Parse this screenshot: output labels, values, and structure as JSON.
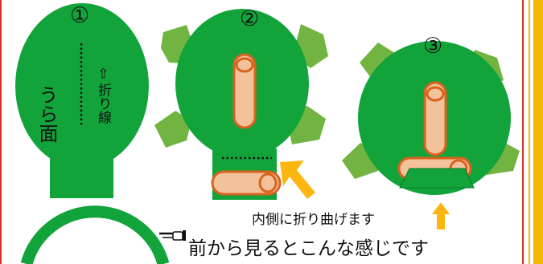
{
  "steps": [
    {
      "number": "①"
    },
    {
      "number": "②"
    },
    {
      "number": "③"
    }
  ],
  "labels": {
    "back_side": "うら面",
    "fold_line": "⇦ 折り線",
    "fold_inward": "内側に折り曲げます",
    "front_view": "前から見るとこんな感じです"
  },
  "icons": {
    "hand_pointer": "pointing-hand-icon",
    "arrow_up": "arrow-up-icon",
    "arrow_diag": "arrow-up-left-icon"
  },
  "colors": {
    "green": "#12a43b",
    "leaf": "#72b442",
    "peach": "#f4c29a",
    "orange_outline": "#d8621e",
    "arrow": "#fbb710",
    "border": "#d9302f"
  }
}
